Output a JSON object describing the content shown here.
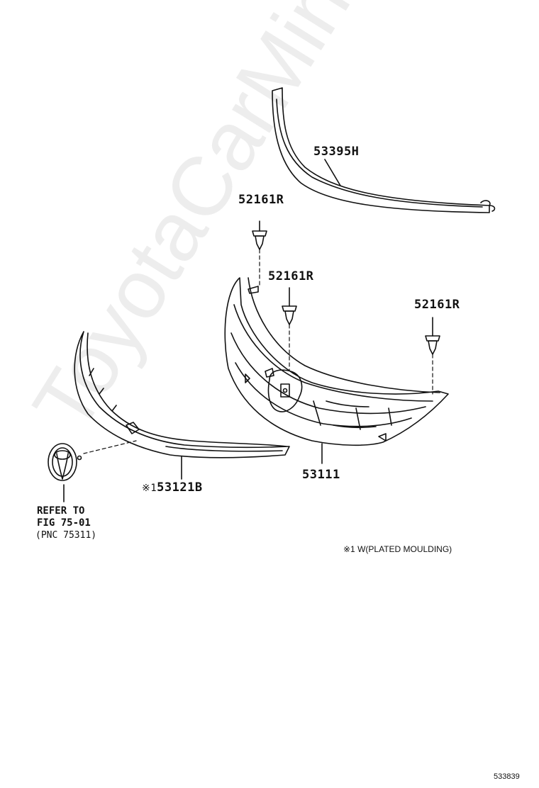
{
  "parts": {
    "moulding_top": "53395H",
    "clip_1": "52161R",
    "clip_2": "52161R",
    "clip_3": "52161R",
    "grille": "53111",
    "moulding_lower_mark": "※1",
    "moulding_lower": "53121B"
  },
  "emblem_ref": {
    "line1": "REFER TO",
    "line2": "FIG 75-01",
    "line3": "(PNC 75311)"
  },
  "note": "※1 W(PLATED MOULDING)",
  "figure_code": "533839",
  "watermark": "ToyotaCarMine.ru"
}
